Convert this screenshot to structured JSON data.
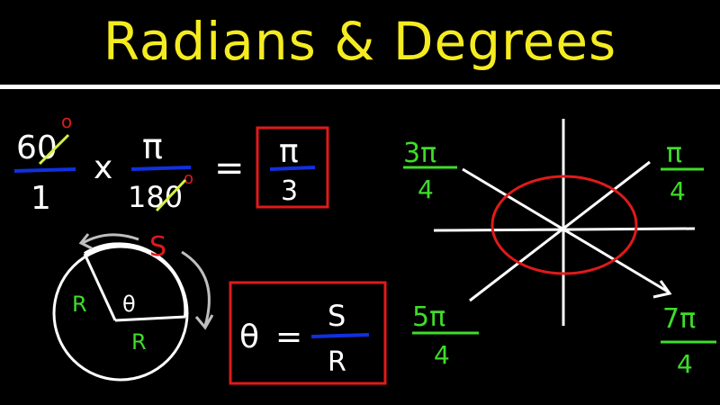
{
  "title": "Radians & Degrees",
  "colors": {
    "background": "#000000",
    "title": "#f5ec20",
    "chalk": "#ffffff",
    "red": "#e01a1a",
    "green": "#3fdc2a",
    "blue": "#1030e0",
    "strike": "#d8f040"
  },
  "conversion": {
    "deg_numerator": "60",
    "deg_sup": "o",
    "deg_denominator": "1",
    "times": "x",
    "pi_numerator": "π",
    "pi_denominator": "180",
    "pi_sup": "o",
    "equals": "=",
    "result_numerator": "π",
    "result_denominator": "3"
  },
  "arc": {
    "arc_label": "S",
    "radius_label_left": "R",
    "radius_label_bottom": "R",
    "angle_label": "θ"
  },
  "formula": {
    "lhs": "θ",
    "equals": "=",
    "numerator": "S",
    "denominator": "R"
  },
  "unit_circle": {
    "q2_numerator": "3π",
    "q2_denominator": "4",
    "q1_numerator": "π",
    "q1_denominator": "4",
    "q3_numerator": "5π",
    "q3_denominator": "4",
    "q4_numerator": "7π",
    "q4_denominator": "4"
  }
}
